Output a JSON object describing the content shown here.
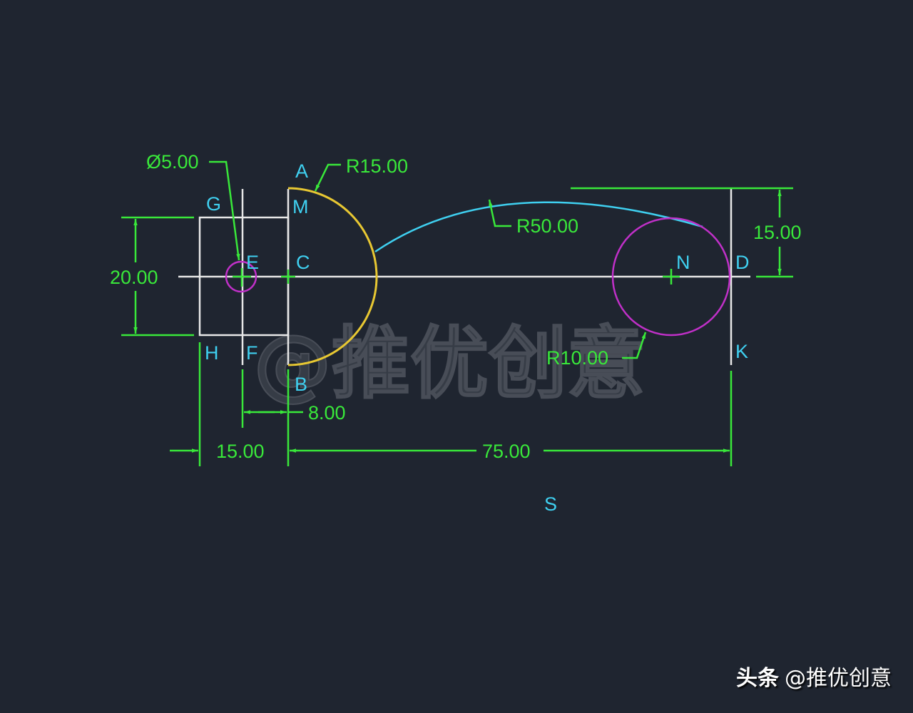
{
  "colors": {
    "background": "#1f2530",
    "geometry": "#e8e8e8",
    "dimension": "#39e83a",
    "label": "#3fd0f0",
    "arc_r15": "#e8c832",
    "arc_r50": "#3fd0f0",
    "circles": "#c030c8"
  },
  "watermark": {
    "text": "@推优创意"
  },
  "footer": {
    "brand": "头条",
    "handle": "@推优创意"
  },
  "points": {
    "A": "A",
    "B": "B",
    "C": "C",
    "D": "D",
    "E": "E",
    "F": "F",
    "G": "G",
    "H": "H",
    "K": "K",
    "M": "M",
    "N": "N",
    "S": "S"
  },
  "dimensions": {
    "diameter_e": "Ø5.00",
    "radius_r15": "R15.00",
    "radius_r50": "R50.00",
    "radius_r10": "R10.00",
    "height_left": "20.00",
    "height_right": "15.00",
    "width_8": "8.00",
    "width_15": "15.00",
    "width_75": "75.00"
  }
}
